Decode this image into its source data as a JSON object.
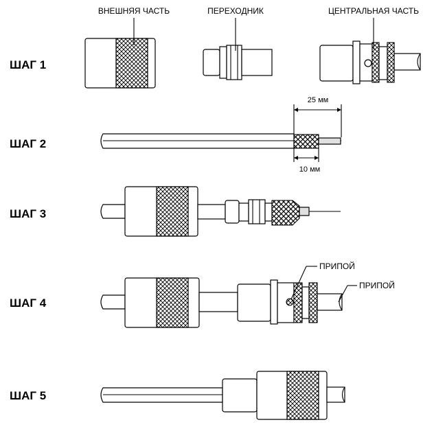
{
  "parts": {
    "outer": "ВНЕШНЯЯ ЧАСТЬ",
    "adapter": "ПЕРЕХОДНИК",
    "center": "ЦЕНТРАЛЬНАЯ ЧАСТЬ"
  },
  "steps": [
    "ШАГ 1",
    "ШАГ 2",
    "ШАГ 3",
    "ШАГ 4",
    "ШАГ 5"
  ],
  "dimensions": {
    "strip_total": "25 мм",
    "strip_braid": "10 мм"
  },
  "solder": {
    "label1": "ПРИПОЙ",
    "label2": "ПРИПОЙ"
  }
}
